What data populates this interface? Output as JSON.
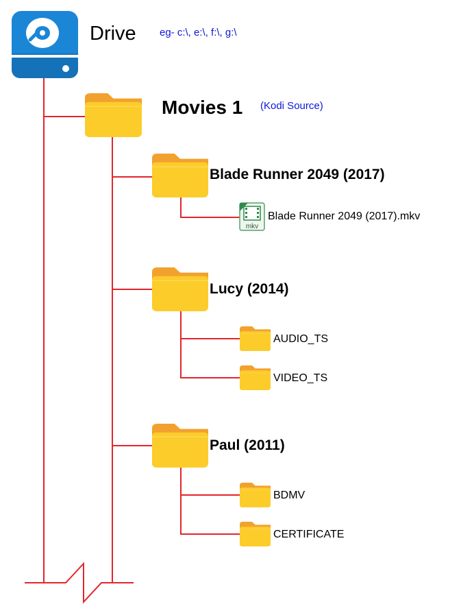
{
  "drive": {
    "label": "Drive",
    "note": "eg- c:\\, e:\\, f:\\, g:\\"
  },
  "source": {
    "label": "Movies 1",
    "note": "(Kodi Source)"
  },
  "folders": [
    {
      "name": "Blade Runner 2049 (2017)",
      "children": [
        {
          "name": "Blade Runner 2049 (2017).mkv",
          "type": "mkv-file"
        }
      ]
    },
    {
      "name": "Lucy (2014)",
      "children": [
        {
          "name": "AUDIO_TS",
          "type": "folder"
        },
        {
          "name": "VIDEO_TS",
          "type": "folder"
        }
      ]
    },
    {
      "name": "Paul (2011)",
      "children": [
        {
          "name": "BDMV",
          "type": "folder"
        },
        {
          "name": "CERTIFICATE",
          "type": "folder"
        }
      ]
    }
  ],
  "file_badge": "mkv",
  "colors": {
    "line": "#e3242b",
    "note": "#0b16d6",
    "drive": "#1b86d6",
    "folder": "#fccc2b",
    "folder_tab": "#f2a12e"
  }
}
